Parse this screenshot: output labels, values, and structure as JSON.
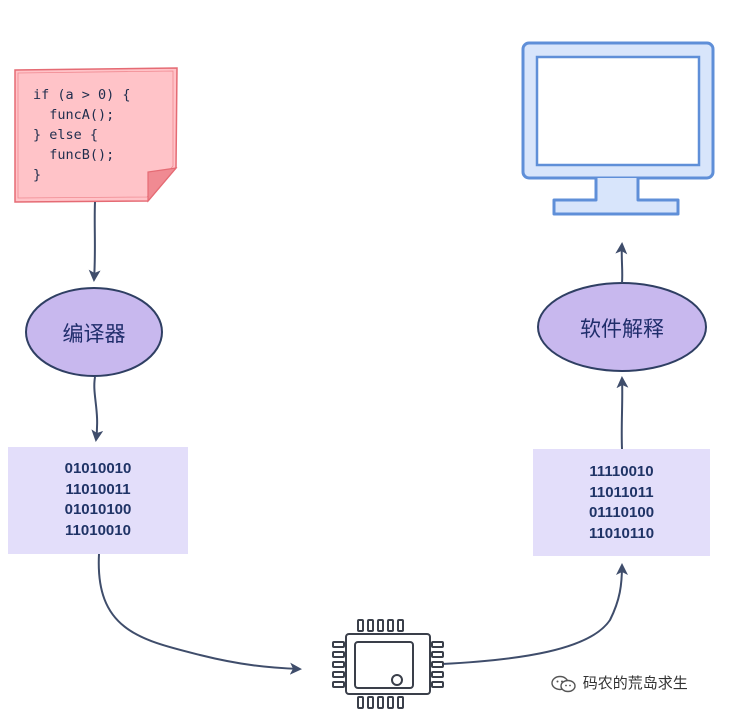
{
  "code_snippet": {
    "lines": [
      "if (a > 0) {",
      "  funcA();",
      "} else {",
      "  funcB();",
      "}"
    ]
  },
  "nodes": {
    "compiler": "编译器",
    "software_interpretation": "软件解释"
  },
  "binary_left": [
    "01010010",
    "11010011",
    "01010100",
    "11010010"
  ],
  "binary_right": [
    "11110010",
    "11011011",
    "01110100",
    "11010110"
  ],
  "icons": {
    "processor": "cpu-chip-icon",
    "display": "monitor-icon"
  },
  "watermark": {
    "text": "码农的荒岛求生",
    "icon": "wechat-icon"
  },
  "colors": {
    "note_fill": "#ffc3c8",
    "note_stroke": "#e56b74",
    "ellipse_fill": "#c8b8ee",
    "ellipse_stroke": "#2f3f63",
    "block_fill": "#e3defa",
    "monitor_fill": "#d8e5fb",
    "monitor_stroke": "#5f8fd8",
    "connector": "#3f4d6b"
  }
}
